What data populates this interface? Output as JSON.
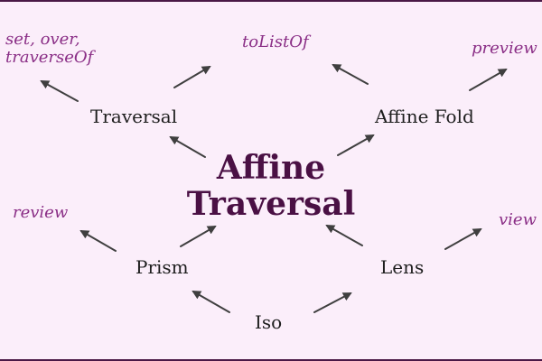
{
  "diagram": {
    "center": {
      "line1": "Affine",
      "line2": "Traversal"
    },
    "nodes": {
      "traversal": "Traversal",
      "affine_fold": "Affine Fold",
      "prism": "Prism",
      "lens": "Lens",
      "iso": "Iso"
    },
    "operations": {
      "traversal_ops_line1": "set, over,",
      "traversal_ops_line2": "traverseOf",
      "fold_to_list": "toListOf",
      "preview": "preview",
      "review": "review",
      "view": "view"
    },
    "colors": {
      "background": "#fbeefa",
      "border": "#4a1846",
      "title": "#4a1044",
      "operation_text": "#8a2e86",
      "node_text": "#1e1e1e",
      "arrow": "#3f3f3f"
    }
  }
}
